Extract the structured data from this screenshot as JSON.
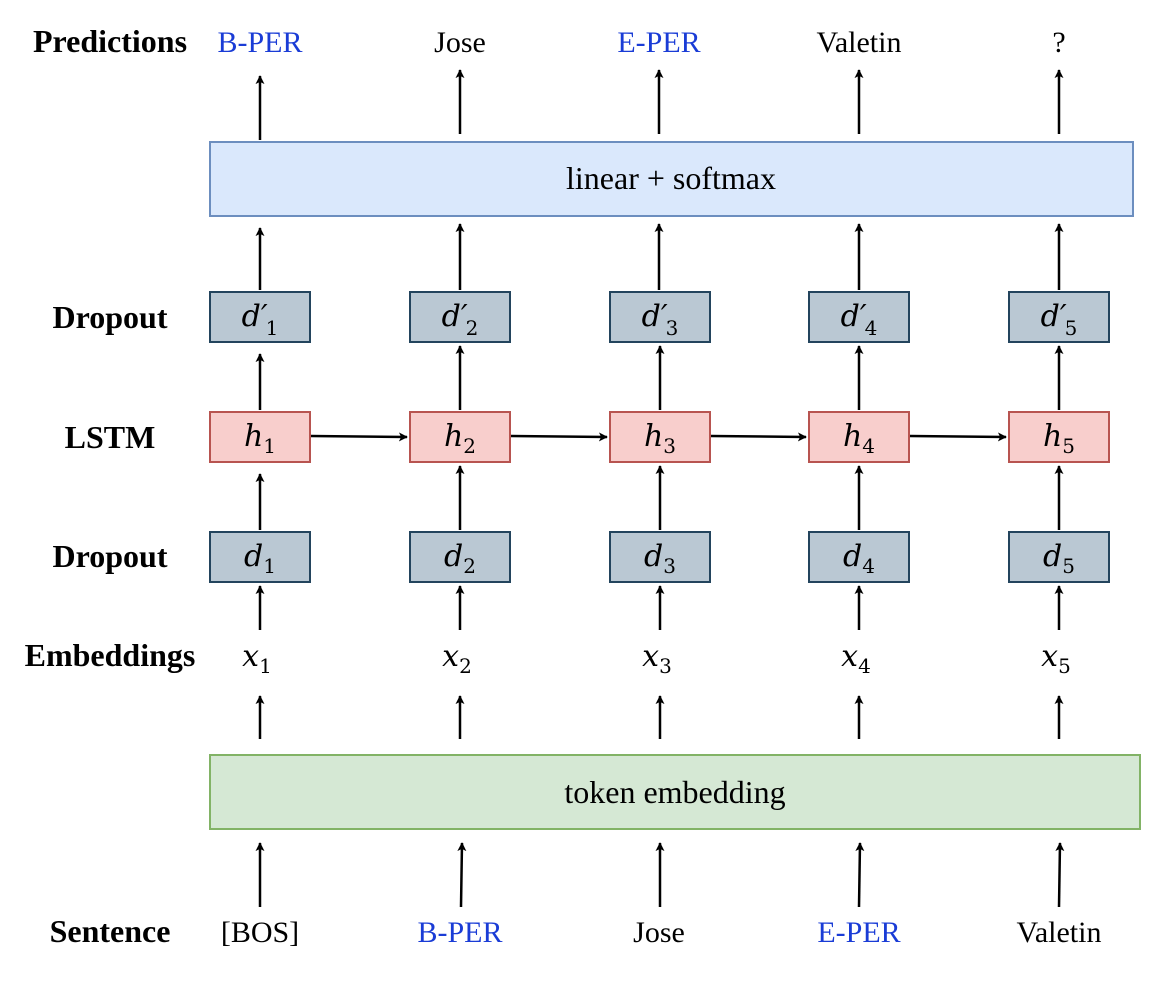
{
  "row_labels": {
    "predictions": "Predictions",
    "dropout_top": "Dropout",
    "lstm": "LSTM",
    "dropout_bottom": "Dropout",
    "embeddings": "Embeddings",
    "sentence": "Sentence"
  },
  "predictions": [
    {
      "text": "B-PER",
      "color": "#1a3cd6"
    },
    {
      "text": "Jose",
      "color": "#000000"
    },
    {
      "text": "E-PER",
      "color": "#1a3cd6"
    },
    {
      "text": "Valetin",
      "color": "#000000"
    },
    {
      "text": "?",
      "color": "#000000"
    }
  ],
  "sentence": [
    {
      "text": "[BOS]",
      "color": "#000000"
    },
    {
      "text": "B-PER",
      "color": "#1a3cd6"
    },
    {
      "text": "Jose",
      "color": "#000000"
    },
    {
      "text": "E-PER",
      "color": "#1a3cd6"
    },
    {
      "text": "Valetin",
      "color": "#000000"
    }
  ],
  "linear_layer": {
    "label": "linear + softmax",
    "fill": "#dae8fc",
    "stroke": "#6c8ebf"
  },
  "embedding_layer": {
    "label": "token embedding",
    "fill": "#d5e8d4",
    "stroke": "#82b366"
  },
  "dropout_top_cells": [
    {
      "var": "d′",
      "sub": "1"
    },
    {
      "var": "d′",
      "sub": "2"
    },
    {
      "var": "d′",
      "sub": "3"
    },
    {
      "var": "d′",
      "sub": "4"
    },
    {
      "var": "d′",
      "sub": "5"
    }
  ],
  "lstm_cells": [
    {
      "var": "h",
      "sub": "1"
    },
    {
      "var": "h",
      "sub": "2"
    },
    {
      "var": "h",
      "sub": "3"
    },
    {
      "var": "h",
      "sub": "4"
    },
    {
      "var": "h",
      "sub": "5"
    }
  ],
  "dropout_bottom_cells": [
    {
      "var": "d",
      "sub": "1"
    },
    {
      "var": "d",
      "sub": "2"
    },
    {
      "var": "d",
      "sub": "3"
    },
    {
      "var": "d",
      "sub": "4"
    },
    {
      "var": "d",
      "sub": "5"
    }
  ],
  "embedding_vars": [
    {
      "var": "x",
      "sub": "1"
    },
    {
      "var": "x",
      "sub": "2"
    },
    {
      "var": "x",
      "sub": "3"
    },
    {
      "var": "x",
      "sub": "4"
    },
    {
      "var": "x",
      "sub": "5"
    }
  ],
  "colors": {
    "dropout_fill": "#bac8d3",
    "dropout_stroke": "#23445d",
    "lstm_fill": "#f8cecc",
    "lstm_stroke": "#b85450",
    "arrow": "#000000"
  }
}
